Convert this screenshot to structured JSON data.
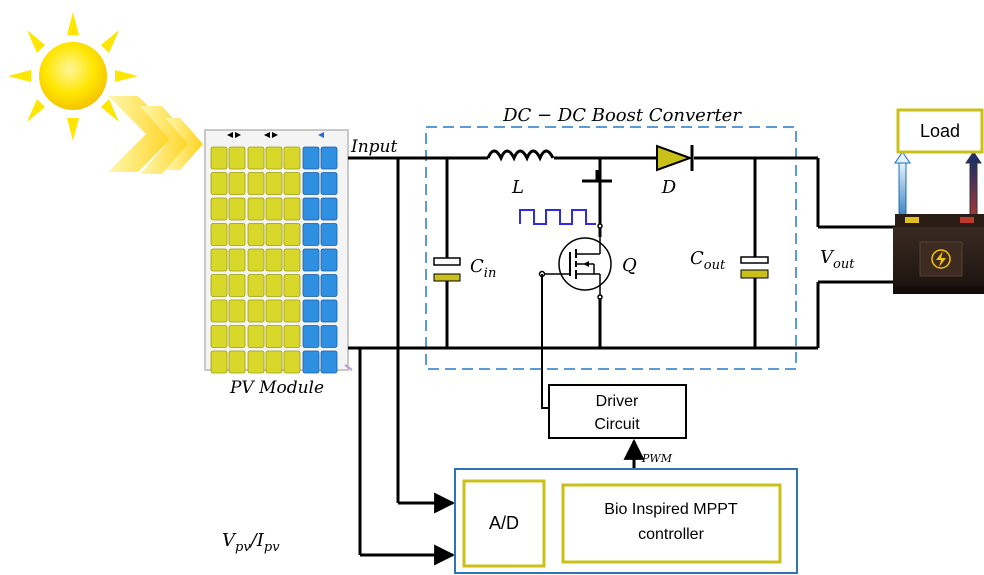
{
  "labels": {
    "converter_title": "DC − DC Boost Converter",
    "input": "Input",
    "pv_module": "PV Module",
    "inductor_main": "L",
    "diode_main": "D",
    "switch": "Q",
    "cin_main": "C",
    "cin_sub": "in",
    "cout_main": "C",
    "cout_sub": "out",
    "vout_main": "V",
    "vout_sub": "out",
    "load": "Load",
    "driver_line1": "Driver",
    "driver_line2": "Circuit",
    "pwm": "PWM",
    "ad": "A/D",
    "mppt_line1": "Bio Inspired MPPT",
    "mppt_line2": "controller",
    "vpv_main": "V",
    "vpv_sub": "pv",
    "slash": "/",
    "ipv_main": "I",
    "ipv_sub": "pv"
  },
  "colors": {
    "wire": "#000000",
    "converter_border": "#5b9bd5",
    "controller_border": "#2e75b6",
    "box_border": "#c9c01a",
    "pwm_signal": "#2e2ee0",
    "sun": "#ffe600",
    "cell_yellow": "#d8d82a",
    "cell_blue": "#2f8fe0"
  }
}
